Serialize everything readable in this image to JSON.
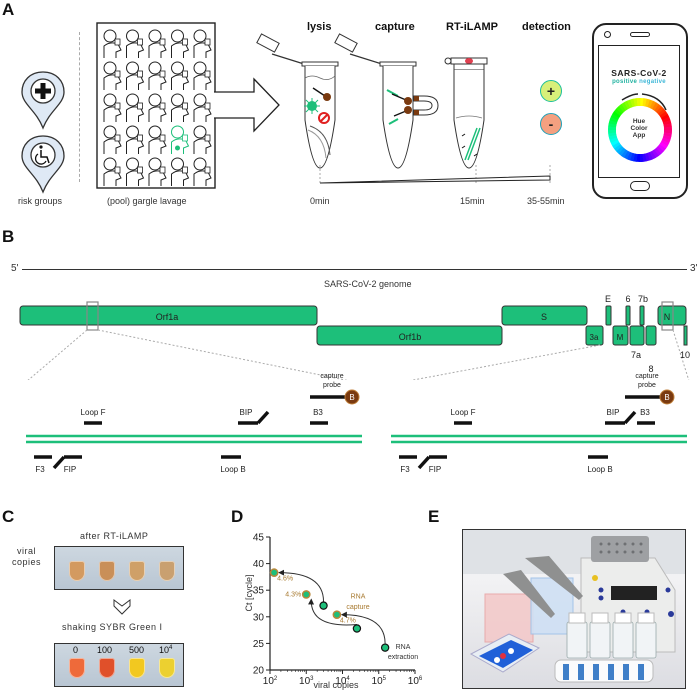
{
  "panels": {
    "A": {
      "letter": "A",
      "risk_groups_label": "risk groups",
      "pool_label": "(pool) gargle lavage",
      "risk_icons": [
        "medical-cross-icon",
        "wheelchair-icon"
      ],
      "steps": [
        "lysis",
        "capture",
        "RT-iLAMP",
        "detection"
      ],
      "timeline": [
        "0min",
        "15min",
        "35-55min"
      ],
      "result_signs": [
        "+",
        "-"
      ],
      "phone": {
        "title": "SARS-CoV-2",
        "positive": "positive",
        "negative": "negative",
        "wheel_line1": "Hue",
        "wheel_line2": "Color",
        "wheel_line3": "App"
      },
      "colors": {
        "green": "#1dbf7a",
        "positive_fill": "#d8f07a",
        "negative_fill": "#f4a080",
        "positive_text": "#20b2a0",
        "negative_text": "#40b8d8"
      }
    },
    "B": {
      "letter": "B",
      "five_prime": "5'",
      "three_prime": "3'",
      "genome_label": "SARS-CoV-2 genome",
      "genes_top": [
        "Orf1a",
        "S",
        "E",
        "6",
        "7b",
        "N"
      ],
      "genes_bottom": [
        "Orf1b",
        "3a",
        "M",
        "7a",
        "8",
        "10"
      ],
      "primers": {
        "capture_probe": "capture probe",
        "bead": "B",
        "loop_f": "Loop F",
        "loop_b": "Loop B",
        "bip": "BIP",
        "b3": "B3",
        "f3": "F3",
        "fip": "FIP"
      },
      "gene_color": "#1dbf7a"
    },
    "C": {
      "letter": "C",
      "top_title": "after RT-iLAMP",
      "side_label_line1": "viral",
      "side_label_line2": "copies",
      "bottom_title": "shaking SYBR Green I",
      "tube_labels": [
        "0",
        "100",
        "500",
        "10^4"
      ]
    },
    "D": {
      "letter": "D"
    },
    "E": {
      "letter": "E",
      "photo_alt": "kit photo: pipettes, tip boxes, heat block, reagent bottles, magnetic rack"
    }
  },
  "chart_data": {
    "type": "scatter",
    "title": "",
    "xlabel": "viral copies",
    "ylabel": "Ct  [cycle]",
    "xscale": "log",
    "xlim": [
      100,
      1000000
    ],
    "ylim": [
      20,
      45
    ],
    "x_ticks": [
      "10^2",
      "10^3",
      "10^4",
      "10^5",
      "10^6"
    ],
    "y_ticks": [
      20,
      25,
      30,
      35,
      40,
      45
    ],
    "series": [
      {
        "name": "RNA extraction",
        "points": [
          [
            150000,
            24.2
          ],
          [
            25000,
            27.8
          ],
          [
            3000,
            32.1
          ]
        ]
      },
      {
        "name": "RNA capture",
        "points": [
          [
            7000,
            30.4
          ],
          [
            1000,
            34.2
          ],
          [
            130,
            38.3
          ]
        ]
      }
    ],
    "point_labels": [
      "4.7%",
      "4.3%",
      "4.6%"
    ],
    "annotations": [
      "RNA capture",
      "RNA extraction"
    ],
    "colors": {
      "extraction": "#1dbf7a",
      "capture_ring": "#b8873a",
      "capture_text": "#a87a30"
    }
  }
}
